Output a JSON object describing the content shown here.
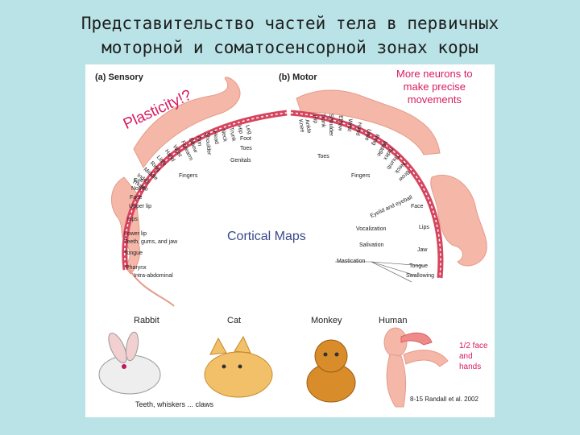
{
  "slide": {
    "title_line1": "Представительство частей тела в первичных",
    "title_line2": "моторной и соматосенсорной зонах коры"
  },
  "figure": {
    "sensory_label": "(a) Sensory",
    "motor_label": "(b) Motor",
    "plasticity": "Plasticity!?",
    "motor_note_line1": "More neurons to",
    "motor_note_line2": "make precise",
    "motor_note_line3": "movements",
    "center_title": "Cortical Maps",
    "sensory_parts": [
      "Toes",
      "Genitals",
      "Foot",
      "Leg",
      "Hip",
      "Trunk",
      "Neck",
      "Head",
      "Shoulder",
      "Arm",
      "Elbow",
      "Forearm",
      "Wrist",
      "Hand",
      "Little",
      "Ring",
      "Middle",
      "Index",
      "Thumb",
      "Eye",
      "Nose",
      "Face",
      "Upper lip",
      "Lips",
      "Lower lip",
      "Teeth, gums, and jaw",
      "Tongue",
      "Pharynx",
      "Intra-abdominal",
      "Fingers"
    ],
    "motor_parts": [
      "Toes",
      "Ankle",
      "Knee",
      "Hip",
      "Trunk",
      "Shoulder",
      "Elbow",
      "Wrist",
      "Hand",
      "Little",
      "Ring",
      "Middle",
      "Index",
      "Thumb",
      "Neck",
      "Brow",
      "Eyelid and eyeball",
      "Face",
      "Lips",
      "Jaw",
      "Tongue",
      "Swallowing",
      "Fingers",
      "Vocalization",
      "Salivation",
      "Mastication"
    ],
    "animals": [
      "Rabbit",
      "Cat",
      "Monkey",
      "Human"
    ],
    "bottom_caption": "Teeth, whiskers ... claws",
    "half_face_line1": "1/2 face",
    "half_face_line2": "and",
    "half_face_line3": "hands",
    "credit": "8-15 Randall et al. 2002"
  },
  "colors": {
    "accent": "#d81b60",
    "cortex_band": "#d6455f",
    "skin": "#f5b7a8",
    "background": "#b9e3e6"
  }
}
